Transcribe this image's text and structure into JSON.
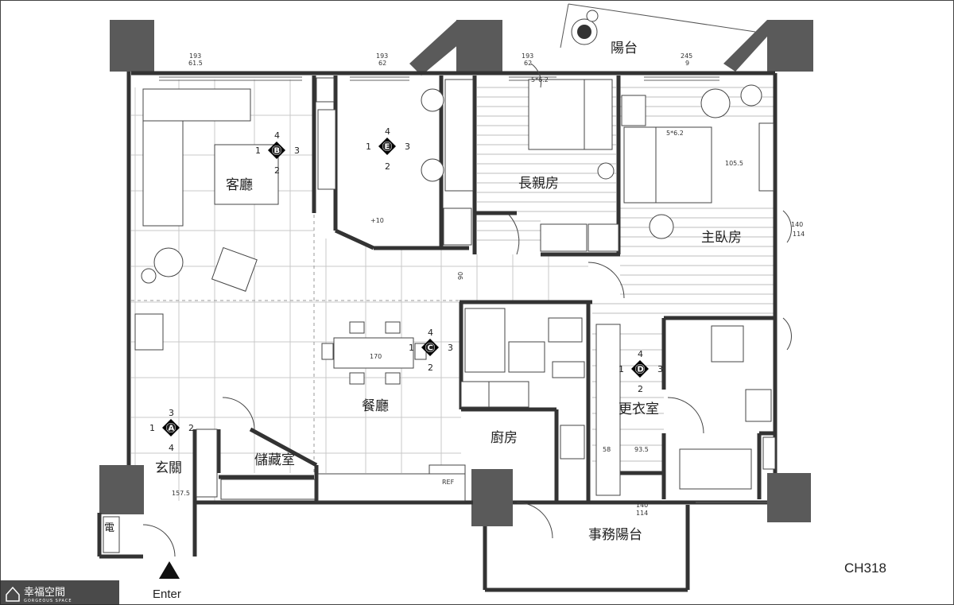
{
  "rooms": {
    "living": "客廳",
    "elder_bedroom": "長親房",
    "balcony": "陽台",
    "master_bedroom": "主臥房",
    "dining": "餐廳",
    "walkin_closet": "更衣室",
    "kitchen": "廚房",
    "foyer": "玄關",
    "storage": "儲藏室",
    "service_balcony": "事務陽台",
    "meter": "電"
  },
  "markers": [
    {
      "letter": "A",
      "top": "3",
      "left": "1",
      "right": "2",
      "bottom": "4"
    },
    {
      "letter": "B",
      "top": "4",
      "left": "1",
      "right": "3",
      "bottom": "2"
    },
    {
      "letter": "C",
      "top": "4",
      "left": "1",
      "right": "3",
      "bottom": "2"
    },
    {
      "letter": "D",
      "top": "4",
      "left": "1",
      "right": "3",
      "bottom": "2"
    },
    {
      "letter": "E",
      "top": "4",
      "left": "1",
      "right": "3",
      "bottom": "2"
    }
  ],
  "dimensions": {
    "win1_top": "193",
    "win1_bot": "61.5",
    "win2_top": "193",
    "win2_bot": "62",
    "win3_top": "193",
    "win3_bot": "62",
    "win4_top": "245",
    "win4_bot": "9",
    "bed1": "5*6.2",
    "bed2": "5*6.2",
    "master_w": "105.5",
    "side_top": "140",
    "side_bot": "114",
    "bottom_top": "140",
    "bottom_bot": "114",
    "corridor": "90",
    "table": "170",
    "closet_a": "58",
    "closet_b": "93.5",
    "entry": "157.5",
    "level": "+10",
    "fridge": "REF"
  },
  "plan_code": "CH318",
  "entry_label": "Enter",
  "brand": {
    "name": "幸福空間",
    "sub": "GORGEOUS SPACE"
  }
}
